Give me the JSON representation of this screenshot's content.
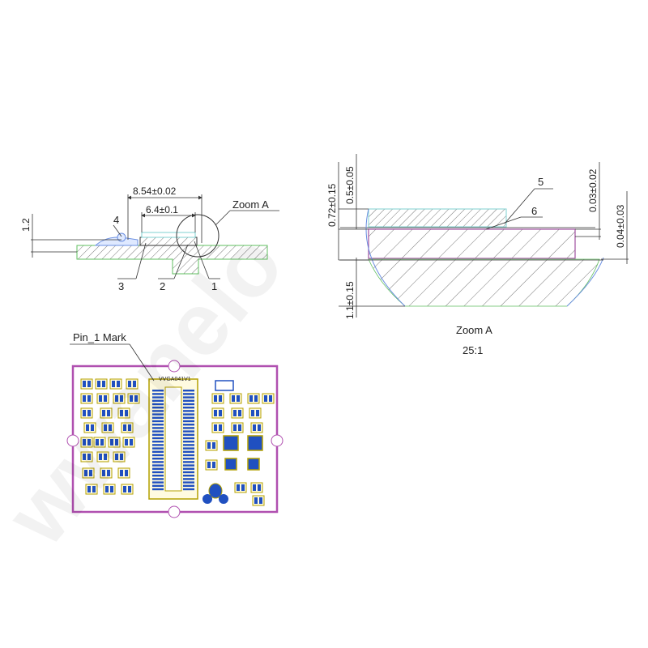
{
  "side_view": {
    "dim_width_outer": "8.54±0.02",
    "dim_width_inner": "6.4±0.1",
    "dim_height": "1.2",
    "zoom_label": "Zoom A",
    "callouts": [
      "1",
      "2",
      "3",
      "4"
    ]
  },
  "zoom_view": {
    "dim_total": "0.72±0.15",
    "dim_top": "0.5±0.05",
    "dim_gap_a": "0.03±0.02",
    "dim_gap_b": "0.04±0.03",
    "dim_base": "1.1±0.15",
    "callouts": [
      "5",
      "6"
    ],
    "title": "Zoom A",
    "scale": "25:1"
  },
  "pcb_view": {
    "pin_mark_label": "Pin_1 Mark",
    "silkscreen": "VVGA041V1"
  },
  "colors": {
    "line": "#333333",
    "board_outline": "#b050b0",
    "pad": "#2050c0",
    "pad_ring": "#b4a000",
    "layer_cyan": "#7fd0d0",
    "layer_green": "#5fbf5f",
    "layer_purple": "#a050a0",
    "arc_blue": "#6a8ee0"
  }
}
